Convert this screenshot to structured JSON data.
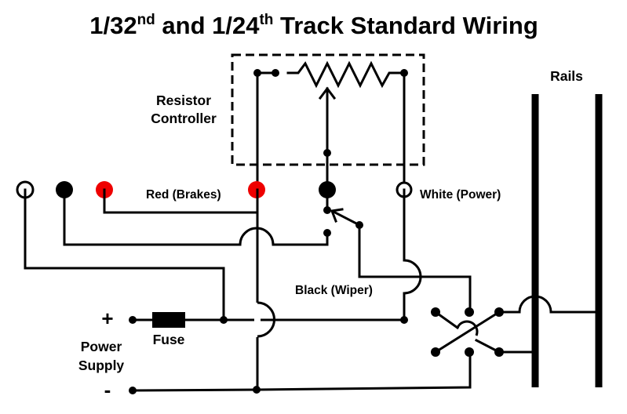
{
  "title": {
    "part1": "1/32",
    "sup1": "nd",
    "part2": " and 1/24",
    "sup2": "th",
    "part3": " Track Standard Wiring"
  },
  "labels": {
    "resistor_controller_line1": "Resistor",
    "resistor_controller_line2": "Controller",
    "rails": "Rails",
    "red_brakes": "Red (Brakes)",
    "white_power": "White (Power)",
    "black_wiper": "Black (Wiper)",
    "fuse": "Fuse",
    "power_supply_line1": "Power",
    "power_supply_line2": "Supply",
    "plus": "+",
    "minus": "-"
  },
  "colors": {
    "wire": "#000000",
    "red_terminal": "#ee0000",
    "white_terminal": "#ffffff",
    "black_terminal": "#000000"
  },
  "components": {
    "terminals_left": [
      "white",
      "black",
      "red"
    ],
    "controller_terminals": [
      "red",
      "black",
      "white"
    ],
    "switch": "DPDT reversing switch",
    "rails_count": 2
  }
}
